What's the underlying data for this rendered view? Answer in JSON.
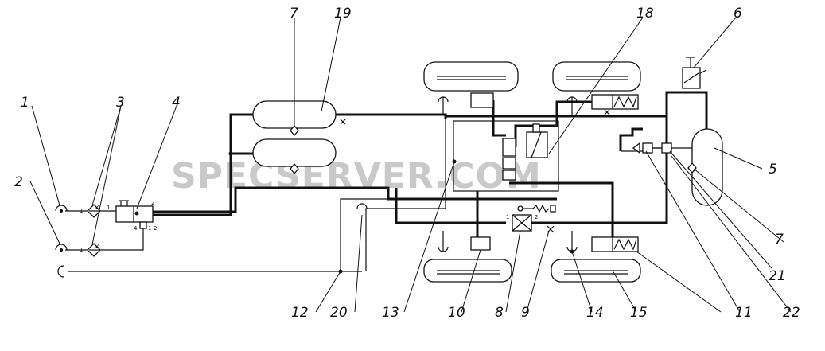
{
  "watermark": "SPECSERVER.COM",
  "callouts": [
    "1",
    "2",
    "3",
    "4",
    "5",
    "6",
    "7",
    "7",
    "8",
    "9",
    "10",
    "11",
    "12",
    "13",
    "14",
    "15",
    "18",
    "19",
    "20",
    "21",
    "22"
  ],
  "ports": {
    "p1": "1",
    "p2": "2",
    "p4": "4",
    "p12": "1-2"
  }
}
